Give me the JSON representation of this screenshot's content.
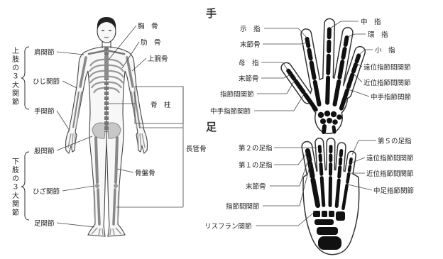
{
  "body": {
    "upper_limb_group": "上肢の３大関節",
    "lower_limb_group": "下肢の３大関節",
    "joints": {
      "shoulder": "肩関節",
      "elbow": "ひじ関節",
      "wrist": "手関節",
      "hip": "股関節",
      "knee": "ひざ関節",
      "ankle": "足関節"
    },
    "bones": {
      "sternum": "胸　骨",
      "ribs": "肋　骨",
      "humerus": "上腕骨",
      "spine": "脊　柱",
      "long_bones": "長管骨",
      "pelvis": "骨盤骨"
    }
  },
  "hand": {
    "title": "手",
    "labels_left": {
      "index_finger": "示　指",
      "distal_phalanx_index": "末節骨",
      "thumb": "母　指",
      "distal_phalanx_thumb": "末節骨",
      "interphalangeal": "指節間関節",
      "metacarpophalangeal": "中手指節関節"
    },
    "labels_right": {
      "middle_finger": "中　指",
      "ring_finger": "環　指",
      "little_finger": "小　指",
      "dip": "遠位指節間関節",
      "pip": "近位指節間関節",
      "mcp": "中手指節関節"
    }
  },
  "foot": {
    "title": "足",
    "labels_left": {
      "second_toe": "第２の足指",
      "first_toe": "第１の足指",
      "distal_phalanx": "末節骨",
      "interphalangeal": "指節間関節",
      "lisfranc": "リスフラン関節"
    },
    "labels_right": {
      "fifth_toe": "第５の足指",
      "dip": "遠位指節間関節",
      "pip": "近位指節間関節",
      "mtp": "中足指節関節"
    }
  }
}
